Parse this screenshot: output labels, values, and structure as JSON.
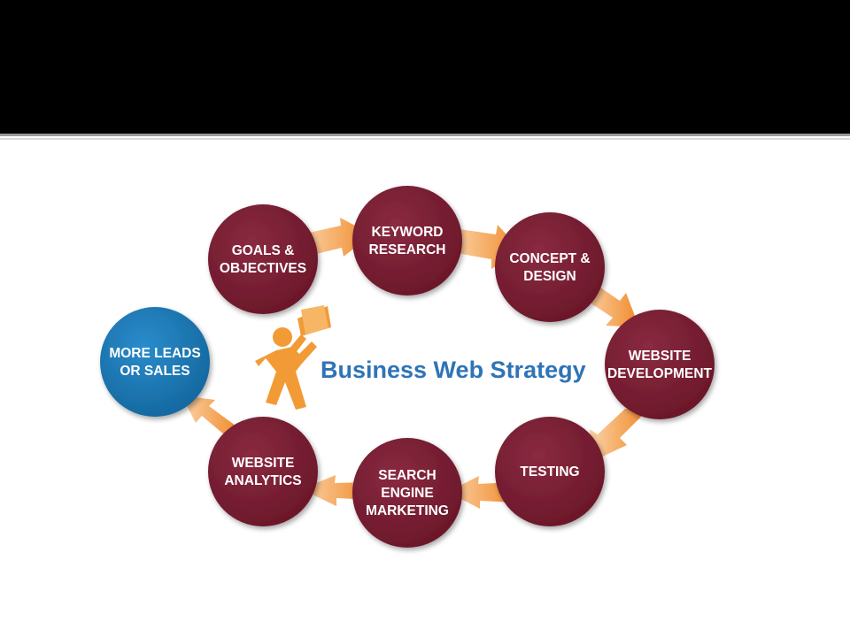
{
  "slide": {
    "header_bar_color": "#000000"
  },
  "diagram": {
    "title": "Business Web Strategy",
    "colors": {
      "node": "#7a1f35",
      "node_highlight": "#1f7ab5",
      "arrow": "#f5a04d",
      "title": "#2e74b6",
      "figure": "#f29a36"
    },
    "nodes": [
      {
        "id": "goals",
        "lines": [
          "GOALS &",
          "OBJECTIVES"
        ]
      },
      {
        "id": "keyword",
        "lines": [
          "KEYWORD",
          "RESEARCH"
        ]
      },
      {
        "id": "concept",
        "lines": [
          "CONCEPT &",
          "DESIGN"
        ]
      },
      {
        "id": "webdev",
        "lines": [
          "WEBSITE",
          "DEVELOPMENT"
        ]
      },
      {
        "id": "testing",
        "lines": [
          "TESTING"
        ]
      },
      {
        "id": "sem",
        "lines": [
          "SEARCH",
          "ENGINE",
          "MARKETING"
        ]
      },
      {
        "id": "analytics",
        "lines": [
          "WEBSITE",
          "ANALYTICS"
        ]
      },
      {
        "id": "leads",
        "lines": [
          "MORE LEADS",
          "OR SALES"
        ],
        "highlight": true
      }
    ],
    "icon": "person-with-megaphone-icon"
  }
}
